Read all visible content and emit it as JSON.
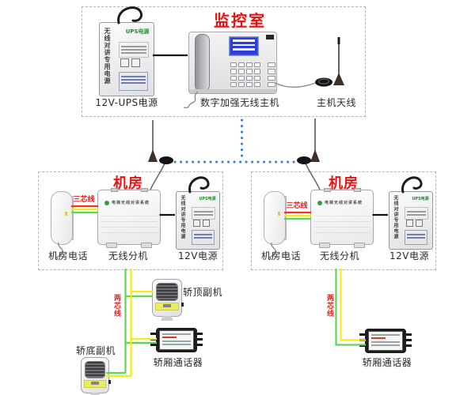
{
  "colors": {
    "title_red": "#e81212",
    "wire_red": "#ff2d1e",
    "wire_yellow": "#f0ee12",
    "wire_green": "#5ada4a",
    "dotted_blue": "#3b7cd0"
  },
  "ups": {
    "side_text": "无线对讲专用电源",
    "brand": "UPS电源"
  },
  "wireless_extension_text": "电梯无线对讲系统",
  "monitor_room": {
    "title": "监控室",
    "ups_caption": "12V-UPS电源",
    "host_caption": "数字加强无线主机",
    "antenna_caption": "主机天线"
  },
  "machine_room_left": {
    "title": "机房",
    "wire_label": "三芯线",
    "phone_caption": "机房电话",
    "extension_caption": "无线分机",
    "power_caption": "12V电源"
  },
  "machine_room_right": {
    "title": "机房",
    "wire_label": "三芯线",
    "phone_caption": "机房电话",
    "extension_caption": "无线分机",
    "power_caption": "12V电源"
  },
  "car_left": {
    "wire_label": "两芯线",
    "top_unit_caption": "轿顶副机",
    "bottom_unit_caption": "轿底副机",
    "intercom_caption": "轿厢通话器"
  },
  "car_right": {
    "wire_label": "两芯线",
    "intercom_caption": "轿厢通话器"
  }
}
